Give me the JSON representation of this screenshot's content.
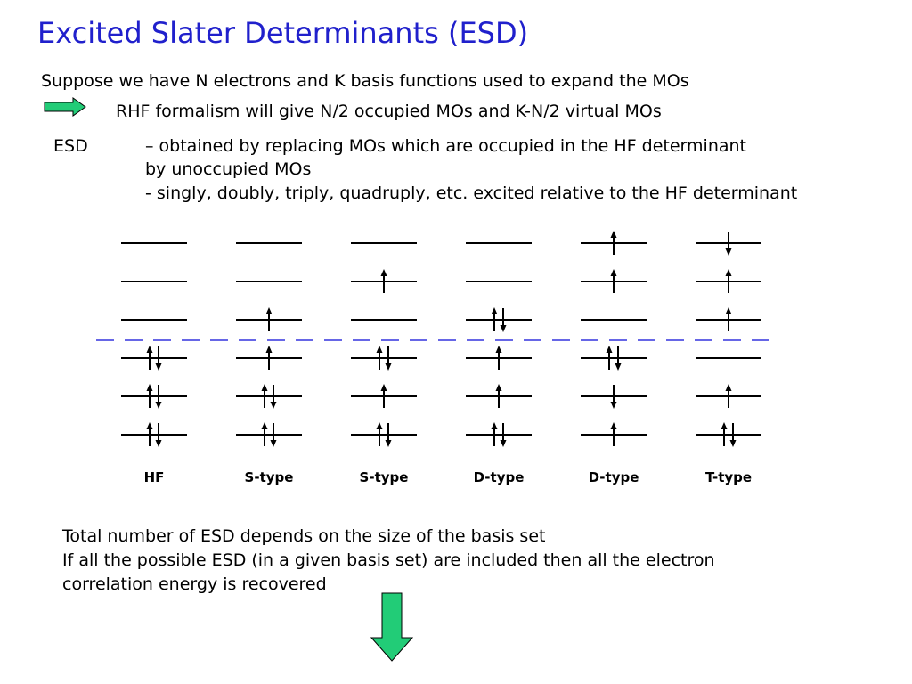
{
  "title": "Excited Slater Determinants (ESD)",
  "intro": "Suppose we have N electrons and K basis functions used to expand the MOs",
  "rhf_line": "RHF formalism will give N/2 occupied MOs and K-N/2 virtual MOs",
  "esd": {
    "term": "ESD",
    "def_line1": "– obtained by replacing MOs which are occupied in the HF determinant",
    "def_line2": "by unoccupied MOs",
    "def_line3": "- singly, doubly, triply, quadruply, etc. excited relative to the HF determinant"
  },
  "diagram": {
    "columns": [
      {
        "label": "HF",
        "levels": [
          "",
          "",
          "",
          "ud",
          "ud",
          "ud"
        ]
      },
      {
        "label": "S-type",
        "levels": [
          "",
          "",
          "u",
          "u",
          "ud",
          "ud"
        ]
      },
      {
        "label": "S-type",
        "levels": [
          "",
          "u",
          "",
          "ud",
          "u",
          "ud"
        ]
      },
      {
        "label": "D-type",
        "levels": [
          "",
          "",
          "ud",
          "u",
          "u",
          "ud"
        ]
      },
      {
        "label": "D-type",
        "levels": [
          "u",
          "u",
          "",
          "ud",
          "d",
          "u"
        ]
      },
      {
        "label": "T-type",
        "levels": [
          "d",
          "u",
          "u",
          "",
          "u",
          "ud"
        ]
      }
    ]
  },
  "footer": {
    "line1": "Total number of ESD depends on the size of the basis set",
    "line2": "If all the possible ESD (in a given basis set) are included then all the electron",
    "line3": "correlation energy is recovered"
  },
  "colors": {
    "title": "#2020cc",
    "divider": "#3333dd",
    "arrow_fill": "#22cc77",
    "arrow_stroke": "#000000"
  }
}
